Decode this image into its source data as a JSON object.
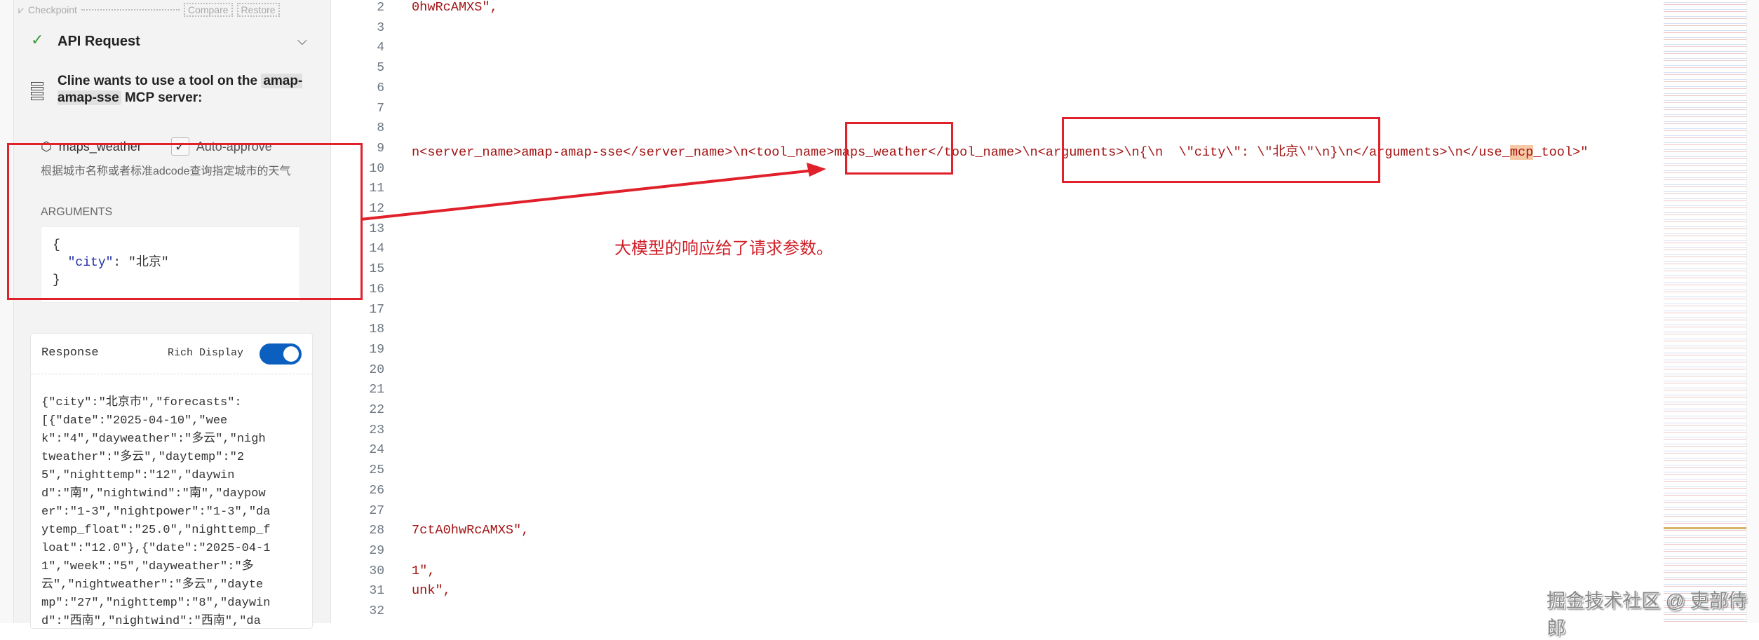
{
  "panel": {
    "checkpoint": {
      "label": "Checkpoint",
      "compare": "Compare",
      "restore": "Restore"
    },
    "api_request": {
      "label": "API Request",
      "status": "success"
    },
    "tool_request": {
      "prefix": "Cline wants to use a tool on the",
      "server": "amap-amap-sse",
      "suffix": "MCP server:"
    },
    "tool": {
      "name": "maps_weather",
      "auto_approve_label": "Auto-approve",
      "auto_approve": true,
      "description": "根据城市名称或者标准adcode查询指定城市的天气"
    },
    "arguments": {
      "label": "ARGUMENTS",
      "lines": [
        "{",
        "  \"city\": \"北京\"",
        "}"
      ],
      "key": "\"city\"",
      "value": "\"北京\""
    },
    "response": {
      "title": "Response",
      "rich_display_label": "Rich Display",
      "rich_display": true,
      "lines": [
        "{\"city\":\"北京市\",\"forecasts\":",
        "[{\"date\":\"2025-04-10\",\"wee",
        "k\":\"4\",\"dayweather\":\"多云\",\"nigh",
        "tweather\":\"多云\",\"daytemp\":\"2",
        "5\",\"nighttemp\":\"12\",\"daywin",
        "d\":\"南\",\"nightwind\":\"南\",\"daypow",
        "er\":\"1-3\",\"nightpower\":\"1-3\",\"da",
        "ytemp_float\":\"25.0\",\"nighttemp_f",
        "loat\":\"12.0\"},{\"date\":\"2025-04-1",
        "1\",\"week\":\"5\",\"dayweather\":\"多",
        "云\",\"nightweather\":\"多云\",\"dayte",
        "mp\":\"27\",\"nighttemp\":\"8\",\"daywin",
        "d\":\"西南\",\"nightwind\":\"西南\",\"da"
      ]
    }
  },
  "editor": {
    "line_numbers": [
      "2",
      "3",
      "4",
      "5",
      "6",
      "7",
      "8",
      "9",
      "10",
      "11",
      "12",
      "13",
      "14",
      "15",
      "16",
      "17",
      "18",
      "19",
      "20",
      "21",
      "22",
      "23",
      "24",
      "25",
      "26",
      "27",
      "28",
      "29",
      "30",
      "31",
      "32"
    ],
    "lines": {
      "2": "0hwRcAMXS\",",
      "9a": "n<server_name>amap-amap-sse</server_name>\\n<tool_name>maps_weather</tool_name>\\n<arguments>\\n{\\n  \\\"city\\\": \\\"北京\\\"\\n}\\n</arguments>\\n</use_",
      "9b": "mcp",
      "9c": "_tool>\"",
      "28": "7ctA0hwRcAMXS\",",
      "30": "1\",",
      "31": "unk\","
    }
  },
  "annotation": {
    "text": "大模型的响应给了请求参数。",
    "color": "#e0202a"
  },
  "watermark": "掘金技术社区 @ 吏部侍郎",
  "colors": {
    "accent": "#0a5fbf",
    "string": "#a31515",
    "success": "#3a9a3a"
  }
}
